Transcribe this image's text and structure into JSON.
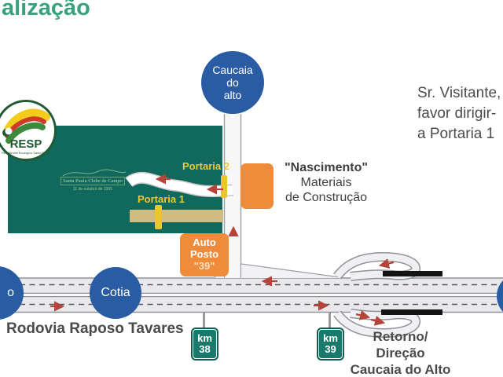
{
  "title": "alização",
  "visitor": {
    "lines": [
      "Sr. Visitante,",
      "favor dirigir-",
      "a Portaria 1"
    ]
  },
  "club": {
    "name": "Santa Paula Clube de Campo",
    "founded": "11 de outubro de 1955",
    "portaria1": "Portaria 1",
    "portaria2": "Portaria 2"
  },
  "resp": {
    "acronym": "RESP",
    "subtitle": "Residencial Ecológico Santa Paula"
  },
  "places": {
    "caucaia": [
      "Caucaia",
      "do",
      "alto"
    ],
    "cotia": "Cotia",
    "left_partial": "o",
    "highway_name": "Rodovia Raposo Tavares",
    "retorno": [
      "Retorno/",
      "Direção",
      "Caucaia do Alto"
    ]
  },
  "landmarks": {
    "nascimento": [
      "\"Nascimento\"",
      "Materiais",
      "de Construção"
    ],
    "auto_posto": [
      "Auto",
      "Posto",
      "\"39\""
    ]
  },
  "km": {
    "km38": [
      "km",
      "38"
    ],
    "km39": [
      "km",
      "39"
    ]
  },
  "colors": {
    "title_green": "#3aa17d",
    "club_green": "#11695e",
    "circle_blue": "#2a5ca3",
    "orange": "#ef8c3b",
    "gate_yellow": "#eec733",
    "portaria1_road_tan": "#cfba80",
    "arrow_red": "#b5443a",
    "road_fill": "#e9e9eb",
    "road_border": "#8d939b",
    "km_sign_teal": "#177a6b",
    "text_dark": "#4a4a4a"
  }
}
